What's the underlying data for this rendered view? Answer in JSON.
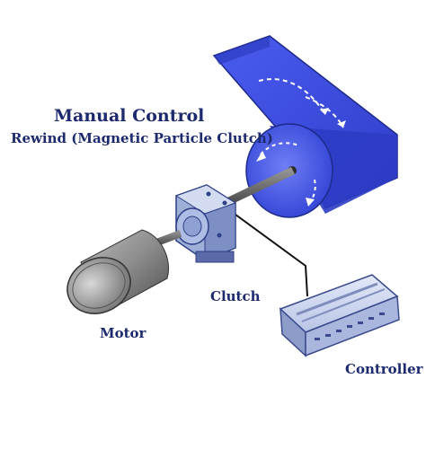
{
  "diagram": {
    "title": "Manual Control",
    "subtitle": "Rewind (Magnetic Particle Clutch)",
    "labels": {
      "clutch": "Clutch",
      "motor": "Motor",
      "controller": "Controller"
    },
    "colors": {
      "text": "#1d2a6e",
      "roll_blue": "#3c4fe0",
      "roll_shade": "#2a37b8",
      "motor_gray": "#8f8f8f",
      "clutch_blue": "#b5c0df",
      "controller_blue": "#c9d3ee"
    }
  }
}
